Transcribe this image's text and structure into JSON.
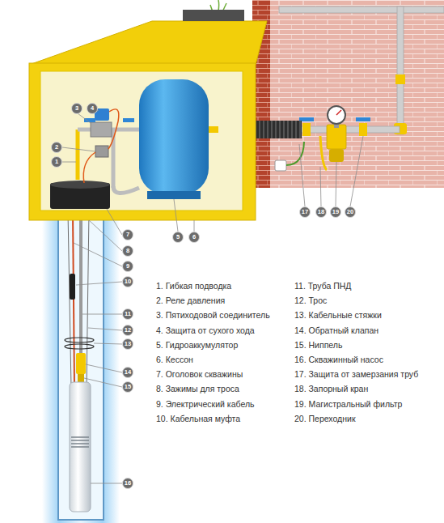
{
  "diagram": {
    "labels": [
      "3",
      "4",
      "2",
      "1",
      "7",
      "8",
      "9",
      "10",
      "11",
      "12",
      "13",
      "14",
      "15",
      "16",
      "5",
      "6",
      "17",
      "18",
      "19",
      "20",
      "1. Гибкая подводка",
      "2. Реле давления",
      "3. Пятиходовой соединитель",
      "4. Защита от сухого хода",
      "5. Гидроаккумулятор",
      "6. Кессон",
      "7. Оголовок скважины",
      "8. Зажимы для троса",
      "9. Электрический кабель",
      "10. Кабельная муфта",
      "11. Труба ПНД",
      "12. Трос",
      "13. Кабельные стяжки",
      "14. Обратный клапан",
      "15. Ниппель",
      "16. Скважинный насос",
      "17. Защита от замерзания труб",
      "18. Запорный кран",
      "19. Магистральный фильтр",
      "20. Переходник"
    ]
  }
}
